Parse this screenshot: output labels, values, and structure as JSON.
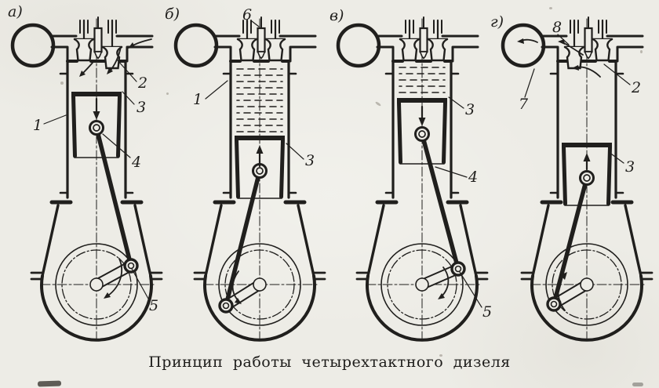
{
  "caption": "Принцип работы четырехтактного дизеля",
  "colors": {
    "paper": "#edece6",
    "ink": "#201f1d"
  },
  "panels": [
    {
      "letter": "а)",
      "labels": [
        "2",
        "3",
        "1",
        "4",
        "5"
      ]
    },
    {
      "letter": "б)",
      "labels": [
        "6",
        "1",
        "3"
      ]
    },
    {
      "letter": "в)",
      "labels": [
        "3",
        "4",
        "5"
      ]
    },
    {
      "letter": "г)",
      "labels": [
        "8",
        "2",
        "7",
        "3"
      ]
    }
  ]
}
